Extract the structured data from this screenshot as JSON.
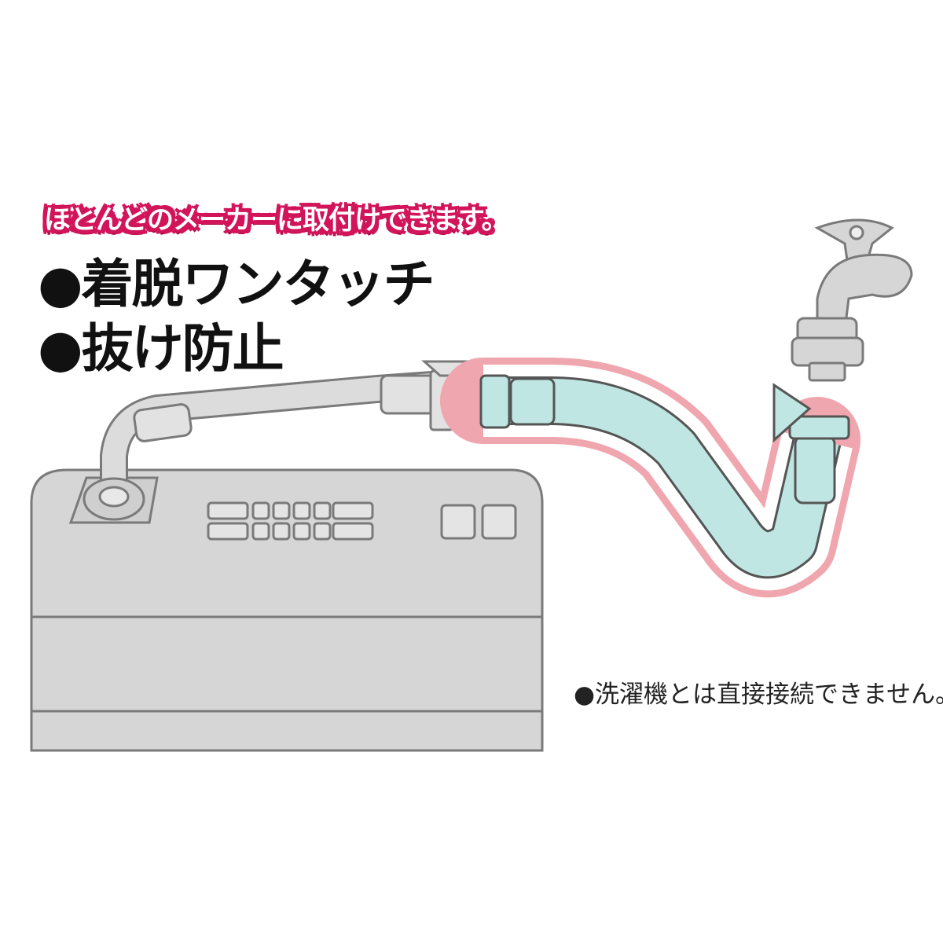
{
  "tagline": "ほとんどのメーカーに取付けできます。",
  "features": [
    "●着脱ワンタッチ",
    "●抜け防止"
  ],
  "note": "●洗濯機とは直接接続できません。",
  "colors": {
    "accent": "#d2145a",
    "hose_highlight": "#bfe6e2",
    "hose_outline": "#f0a6ae",
    "appliance": "#d6d6d6"
  }
}
